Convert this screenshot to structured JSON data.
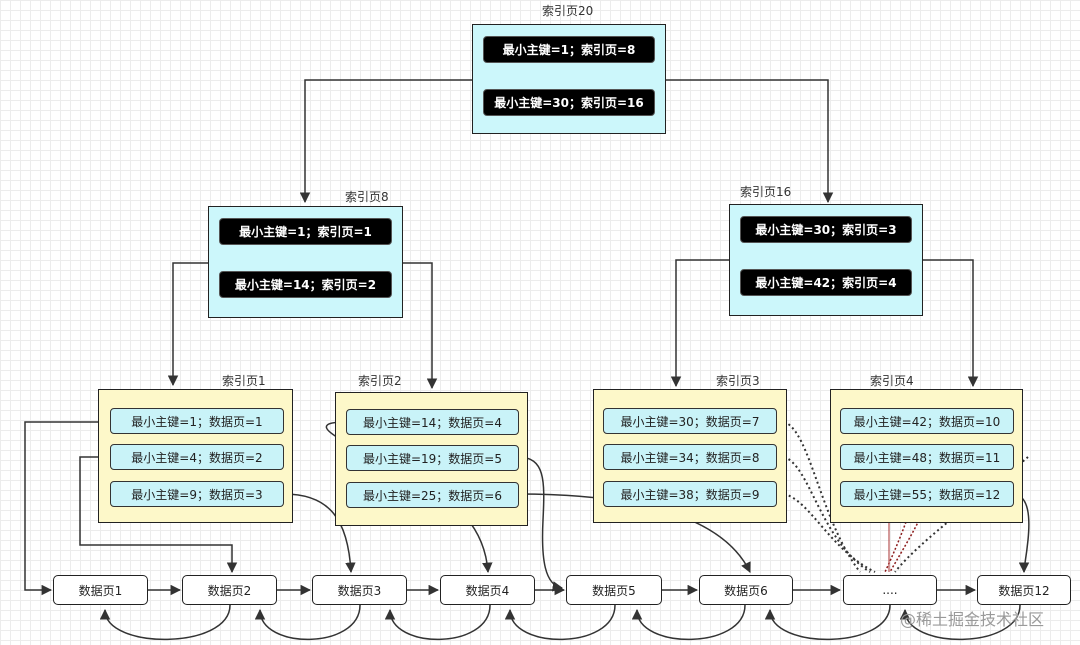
{
  "root": {
    "title": "索引页20",
    "entries": [
      "最小主键=1；索引页=8",
      "最小主键=30；索引页=16"
    ]
  },
  "level2": [
    {
      "title": "索引页8",
      "entries": [
        "最小主键=1；索引页=1",
        "最小主键=14；索引页=2"
      ]
    },
    {
      "title": "索引页16",
      "entries": [
        "最小主键=30；索引页=3",
        "最小主键=42；索引页=4"
      ]
    }
  ],
  "level1": [
    {
      "title": "索引页1",
      "entries": [
        "最小主键=1；数据页=1",
        "最小主键=4；数据页=2",
        "最小主键=9；数据页=3"
      ]
    },
    {
      "title": "索引页2",
      "entries": [
        "最小主键=14；数据页=4",
        "最小主键=19；数据页=5",
        "最小主键=25；数据页=6"
      ]
    },
    {
      "title": "索引页3",
      "entries": [
        "最小主键=30；数据页=7",
        "最小主键=34；数据页=8",
        "最小主键=38；数据页=9"
      ]
    },
    {
      "title": "索引页4",
      "entries": [
        "最小主键=42；数据页=10",
        "最小主键=48；数据页=11",
        "最小主键=55；数据页=12"
      ]
    }
  ],
  "data_pages": [
    "数据页1",
    "数据页2",
    "数据页3",
    "数据页4",
    "数据页5",
    "数据页6",
    "....",
    "数据页12"
  ],
  "watermark": "@稀土掘金技术社区"
}
